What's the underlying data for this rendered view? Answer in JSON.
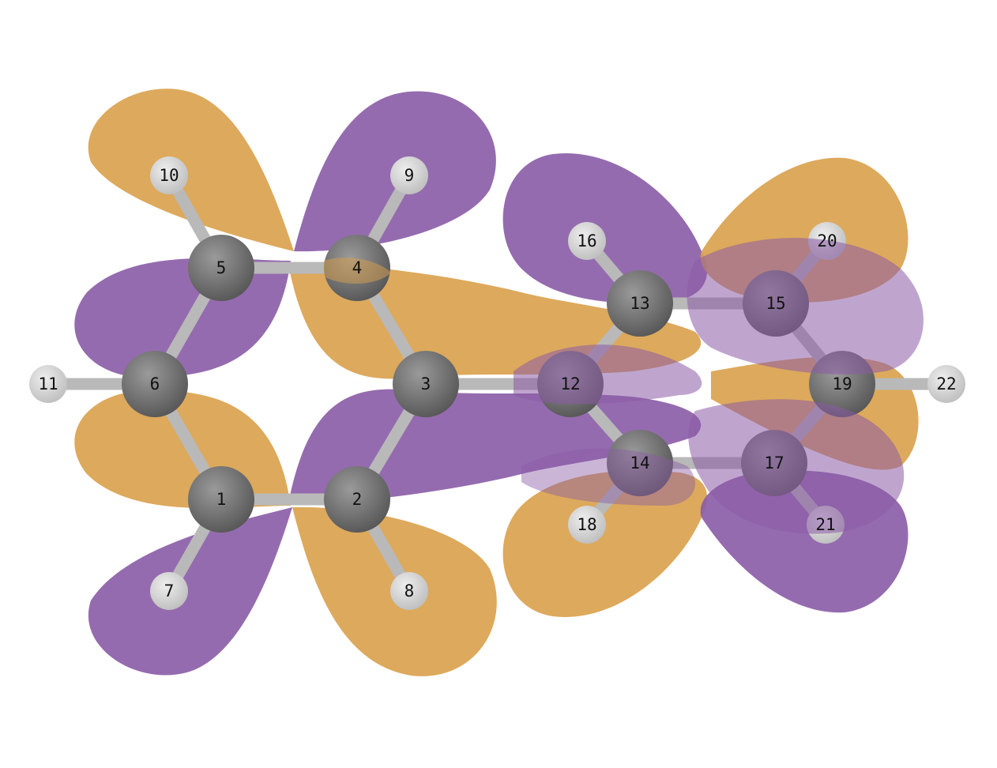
{
  "figure": {
    "kind": "molecular-orbital-isosurface",
    "style": "ball-and-stick",
    "colors": {
      "lobe_positive": "#d9a04a",
      "lobe_negative": "#8a5ba6",
      "atom_carbon": "#6b6b6b",
      "atom_hydrogen": "#d4d4d4",
      "bond": "#b9b9b9",
      "background": "#ffffff"
    }
  },
  "atoms": [
    {
      "id": "1",
      "label": "1",
      "element": "C"
    },
    {
      "id": "2",
      "label": "2",
      "element": "C"
    },
    {
      "id": "3",
      "label": "3",
      "element": "C"
    },
    {
      "id": "4",
      "label": "4",
      "element": "C"
    },
    {
      "id": "5",
      "label": "5",
      "element": "C"
    },
    {
      "id": "6",
      "label": "6",
      "element": "C"
    },
    {
      "id": "7",
      "label": "7",
      "element": "H"
    },
    {
      "id": "8",
      "label": "8",
      "element": "H"
    },
    {
      "id": "9",
      "label": "9",
      "element": "H"
    },
    {
      "id": "10",
      "label": "10",
      "element": "H"
    },
    {
      "id": "11",
      "label": "11",
      "element": "H"
    },
    {
      "id": "12",
      "label": "12",
      "element": "C"
    },
    {
      "id": "13",
      "label": "13",
      "element": "C"
    },
    {
      "id": "14",
      "label": "14",
      "element": "C"
    },
    {
      "id": "15",
      "label": "15",
      "element": "C"
    },
    {
      "id": "16",
      "label": "16",
      "element": "H"
    },
    {
      "id": "17",
      "label": "17",
      "element": "C"
    },
    {
      "id": "18",
      "label": "18",
      "element": "H"
    },
    {
      "id": "19",
      "label": "19",
      "element": "C"
    },
    {
      "id": "20",
      "label": "20",
      "element": "H"
    },
    {
      "id": "21",
      "label": "21",
      "element": "H"
    },
    {
      "id": "22",
      "label": "22",
      "element": "H"
    }
  ],
  "bonds": [
    [
      "1",
      "2"
    ],
    [
      "2",
      "3"
    ],
    [
      "3",
      "4"
    ],
    [
      "4",
      "5"
    ],
    [
      "5",
      "6"
    ],
    [
      "6",
      "1"
    ],
    [
      "1",
      "7"
    ],
    [
      "2",
      "8"
    ],
    [
      "4",
      "9"
    ],
    [
      "5",
      "10"
    ],
    [
      "6",
      "11"
    ],
    [
      "3",
      "12"
    ],
    [
      "12",
      "13"
    ],
    [
      "12",
      "14"
    ],
    [
      "13",
      "15"
    ],
    [
      "14",
      "17"
    ],
    [
      "15",
      "19"
    ],
    [
      "17",
      "19"
    ],
    [
      "13",
      "16"
    ],
    [
      "14",
      "18"
    ],
    [
      "15",
      "20"
    ],
    [
      "17",
      "21"
    ],
    [
      "19",
      "22"
    ]
  ]
}
